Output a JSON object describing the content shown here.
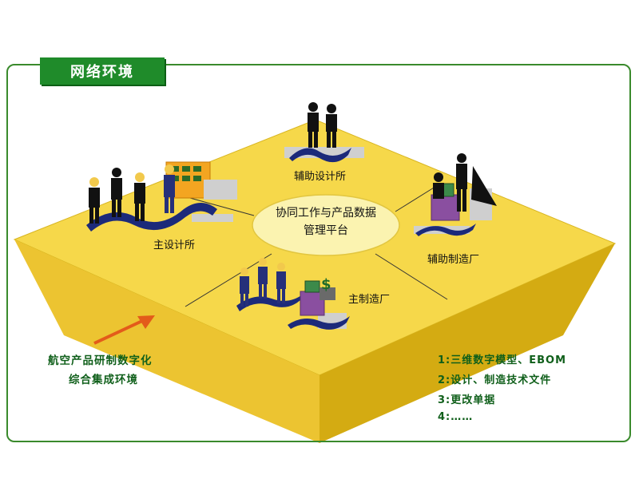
{
  "title": "网络环境",
  "nodes": {
    "top": "辅助设计所",
    "left": "主设计所",
    "right": "辅助制造厂",
    "bottom": "主制造厂"
  },
  "center": {
    "line1": "协同工作与产品数据",
    "line2": "管理平台"
  },
  "annotation": {
    "line1": "航空产品研制数字化",
    "line2": "综合集成环境"
  },
  "list": [
    "1:三维数字模型、EBOM",
    "2:设计、制造技术文件",
    "3:更改单据",
    "4:……"
  ],
  "colors": {
    "platform_top": "#f6d84a",
    "platform_front": "#e0b81a",
    "ellipse": "#fbf3b0",
    "tab": "#1f8b2a",
    "wave": "#1c2a7a",
    "arrow": "#e35b1a"
  }
}
